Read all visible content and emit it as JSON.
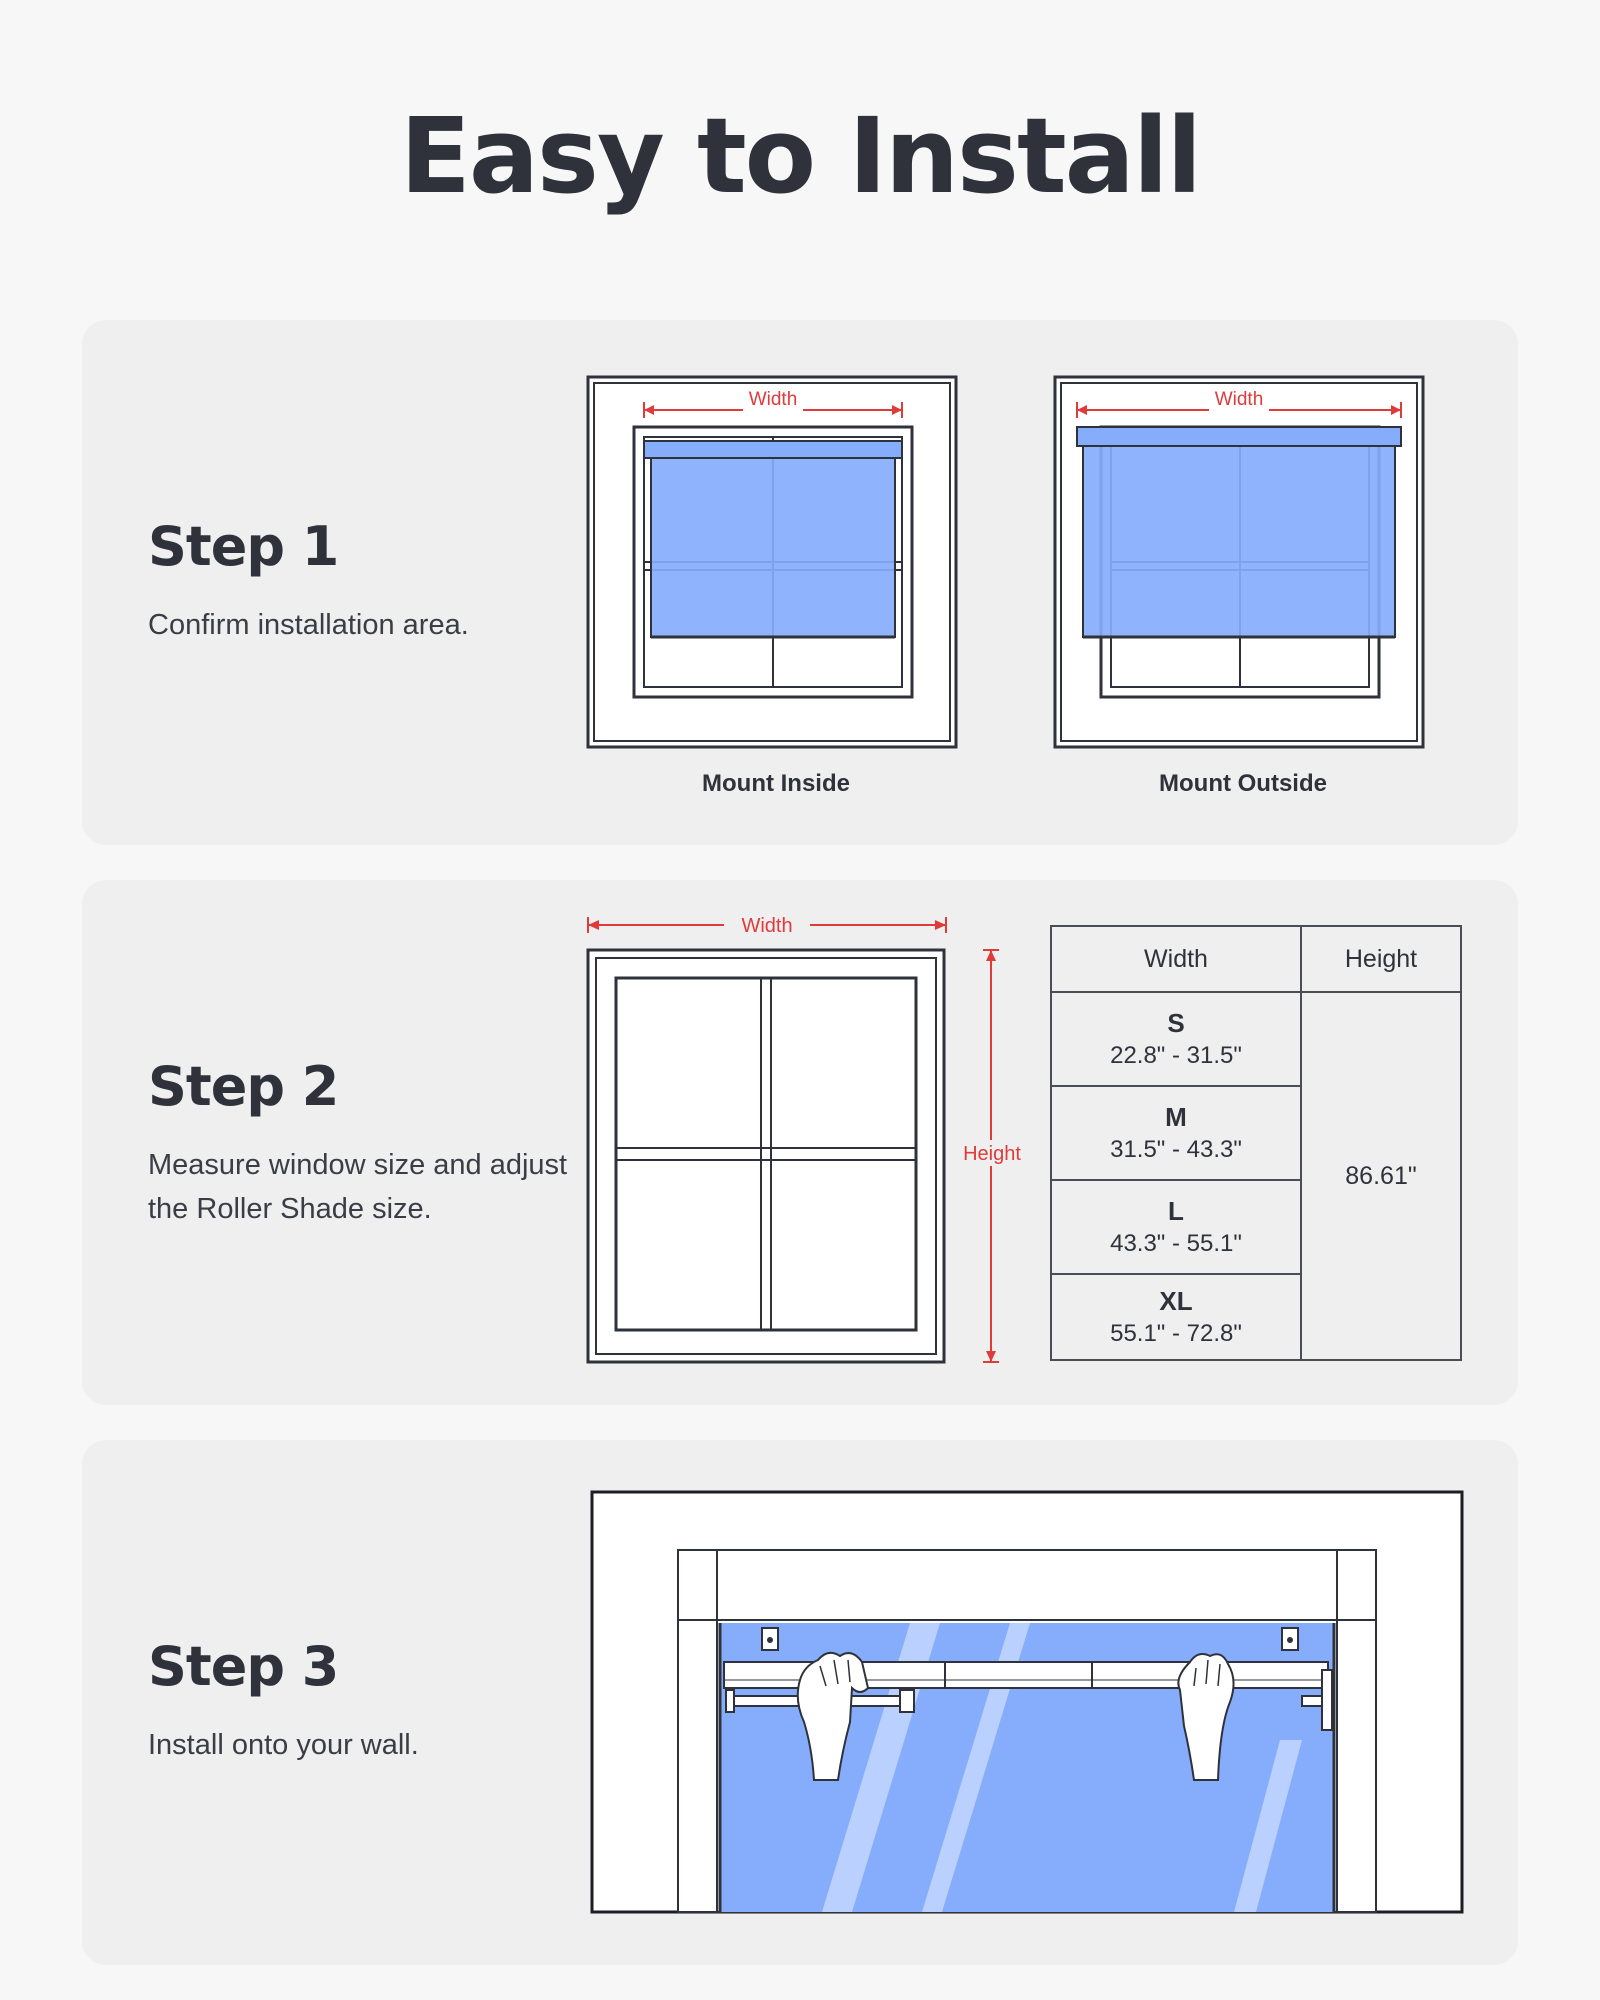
{
  "title": "Easy to Install",
  "steps": [
    {
      "title": "Step 1",
      "text": "Confirm installation area."
    },
    {
      "title": "Step 2",
      "text": "Measure window size and adjust the Roller Shade size."
    },
    {
      "title": "Step 3",
      "text": "Install onto your wall."
    }
  ],
  "step1": {
    "mount_inside": {
      "caption": "Mount Inside",
      "dimension_label": "Width"
    },
    "mount_outside": {
      "caption": "Mount Outside",
      "dimension_label": "Width"
    }
  },
  "step2": {
    "width_label": "Width",
    "height_label": "Height",
    "table": {
      "headers": [
        "Width",
        "Height"
      ],
      "rows": [
        {
          "size": "S",
          "range": "22.8\" - 31.5\""
        },
        {
          "size": "M",
          "range": "31.5\" - 43.3\""
        },
        {
          "size": "L",
          "range": "43.3\" - 55.1\""
        },
        {
          "size": "XL",
          "range": "55.1\" - 72.8\""
        }
      ],
      "height_value": "86.61\""
    }
  },
  "colors": {
    "shade_blue": "#86adfc",
    "measure_red": "#e03b3b",
    "outline": "#2f323b",
    "card_bg": "#efefef",
    "page_bg": "#f6f7f6"
  }
}
